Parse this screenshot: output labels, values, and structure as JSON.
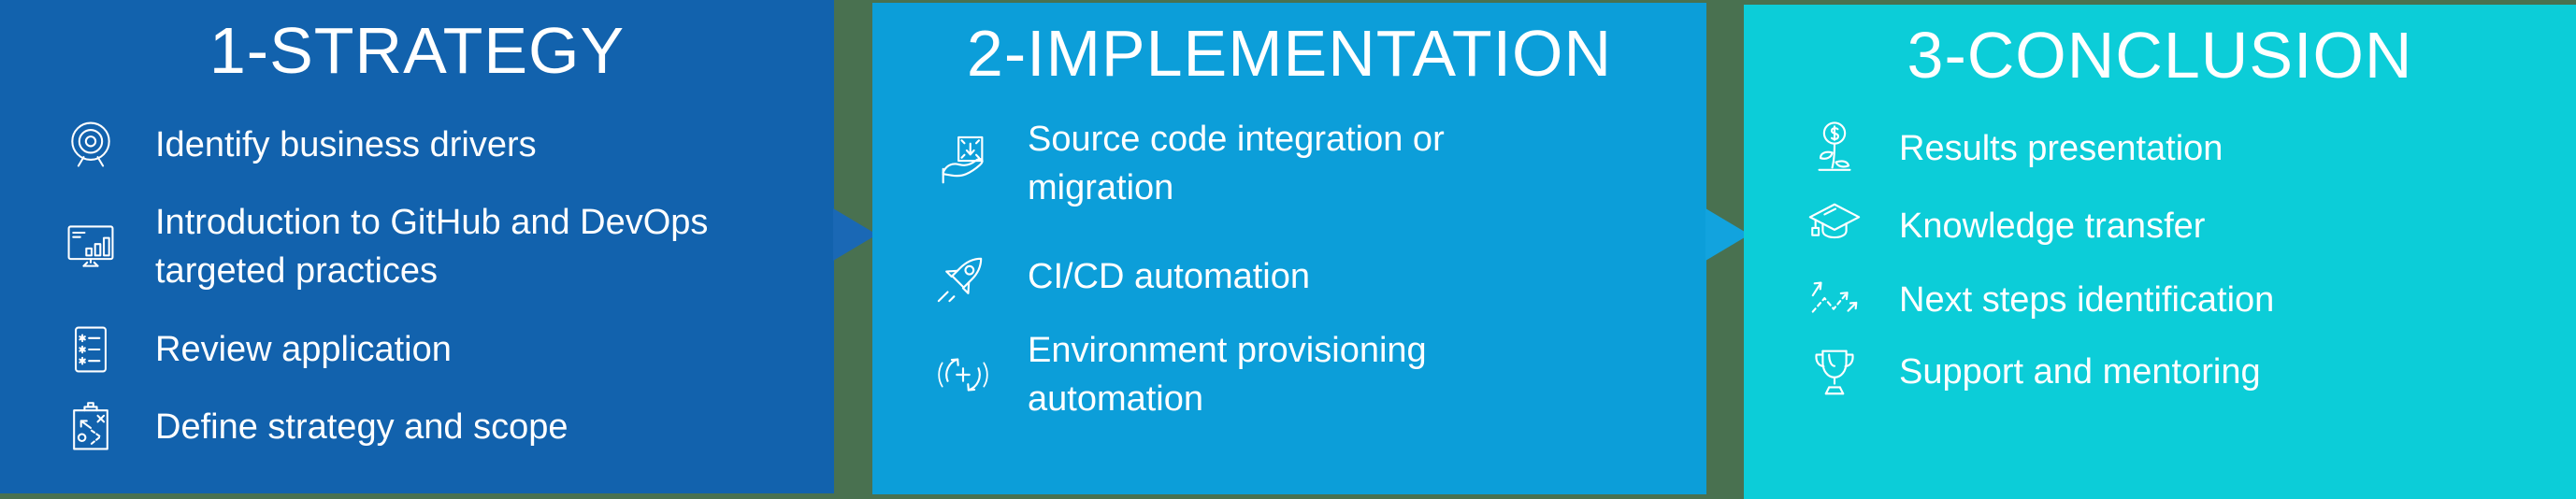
{
  "canvas": {
    "background_color": "#497150"
  },
  "panels": [
    {
      "id": "strategy",
      "title": "1-STRATEGY",
      "bg_color": "#1262ad",
      "items": [
        {
          "icon": "target-icon",
          "text": "Identify business drivers"
        },
        {
          "icon": "monitor-chart-icon",
          "text": "Introduction to GitHub and DevOps targeted practices"
        },
        {
          "icon": "checklist-icon",
          "text": "Review application"
        },
        {
          "icon": "strategy-clipboard-icon",
          "text": "Define strategy and scope"
        }
      ]
    },
    {
      "id": "implementation",
      "title": "2-IMPLEMENTATION",
      "bg_color": "#0c9ed9",
      "items": [
        {
          "icon": "delivery-hand-icon",
          "text": "Source code integration or migration"
        },
        {
          "icon": "rocket-icon",
          "text": "CI/CD automation"
        },
        {
          "icon": "cycle-plus-icon",
          "text": "Environment provisioning automation"
        }
      ]
    },
    {
      "id": "conclusion",
      "title": "3-CONCLUSION",
      "bg_color": "#0ccdd8",
      "items": [
        {
          "icon": "money-growth-icon",
          "text": "Results presentation"
        },
        {
          "icon": "graduation-cap-icon",
          "text": "Knowledge transfer"
        },
        {
          "icon": "trending-steps-icon",
          "text": "Next steps identification"
        },
        {
          "icon": "trophy-icon",
          "text": "Support and mentoring"
        }
      ]
    }
  ],
  "connectors": [
    {
      "from": "strategy",
      "to": "implementation",
      "color": "#1a68b5"
    },
    {
      "from": "implementation",
      "to": "conclusion",
      "color": "#12a3de"
    }
  ],
  "text_color": "#ffffff"
}
